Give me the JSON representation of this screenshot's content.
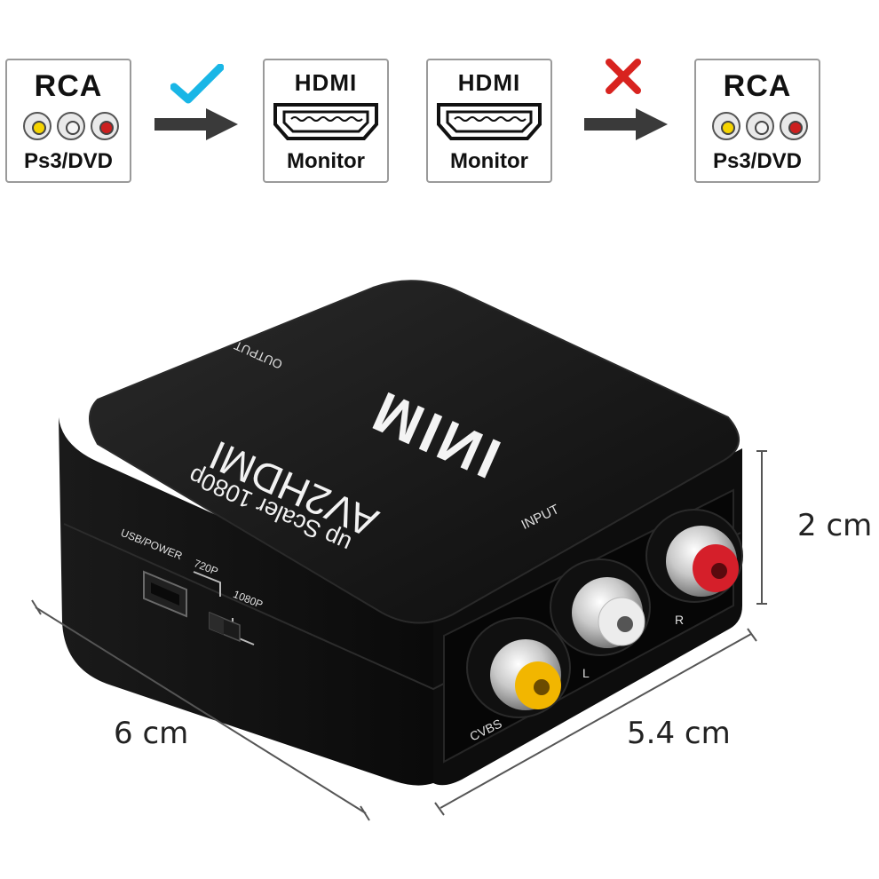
{
  "diagram": {
    "supported": {
      "source": {
        "title": "RCA",
        "subtitle": "Ps3/DVD"
      },
      "target": {
        "title": "HDMI",
        "subtitle": "Monitor"
      },
      "mark": "check-icon"
    },
    "unsupported": {
      "source": {
        "title": "HDMI",
        "subtitle": "Monitor"
      },
      "target": {
        "title": "RCA",
        "subtitle": "Ps3/DVD"
      },
      "mark": "cross-icon"
    }
  },
  "device": {
    "top_logo": "MINI",
    "brand": "AV2HDMI",
    "tagline": "up Scaler 1080p",
    "output_label": "OUTPUT",
    "input_label": "INPUT",
    "usb_label": "USB/POWER",
    "switch_720": "720P",
    "switch_1080": "1080P",
    "port_labels": {
      "cvbs": "CVBS",
      "left": "L",
      "right": "R"
    },
    "colors": {
      "body": "#111111",
      "yellow": "#f2b600",
      "white": "#ececec",
      "red": "#d51f2a"
    }
  },
  "dimensions": {
    "width": "6 cm",
    "depth": "5.4 cm",
    "height": "2 cm"
  }
}
